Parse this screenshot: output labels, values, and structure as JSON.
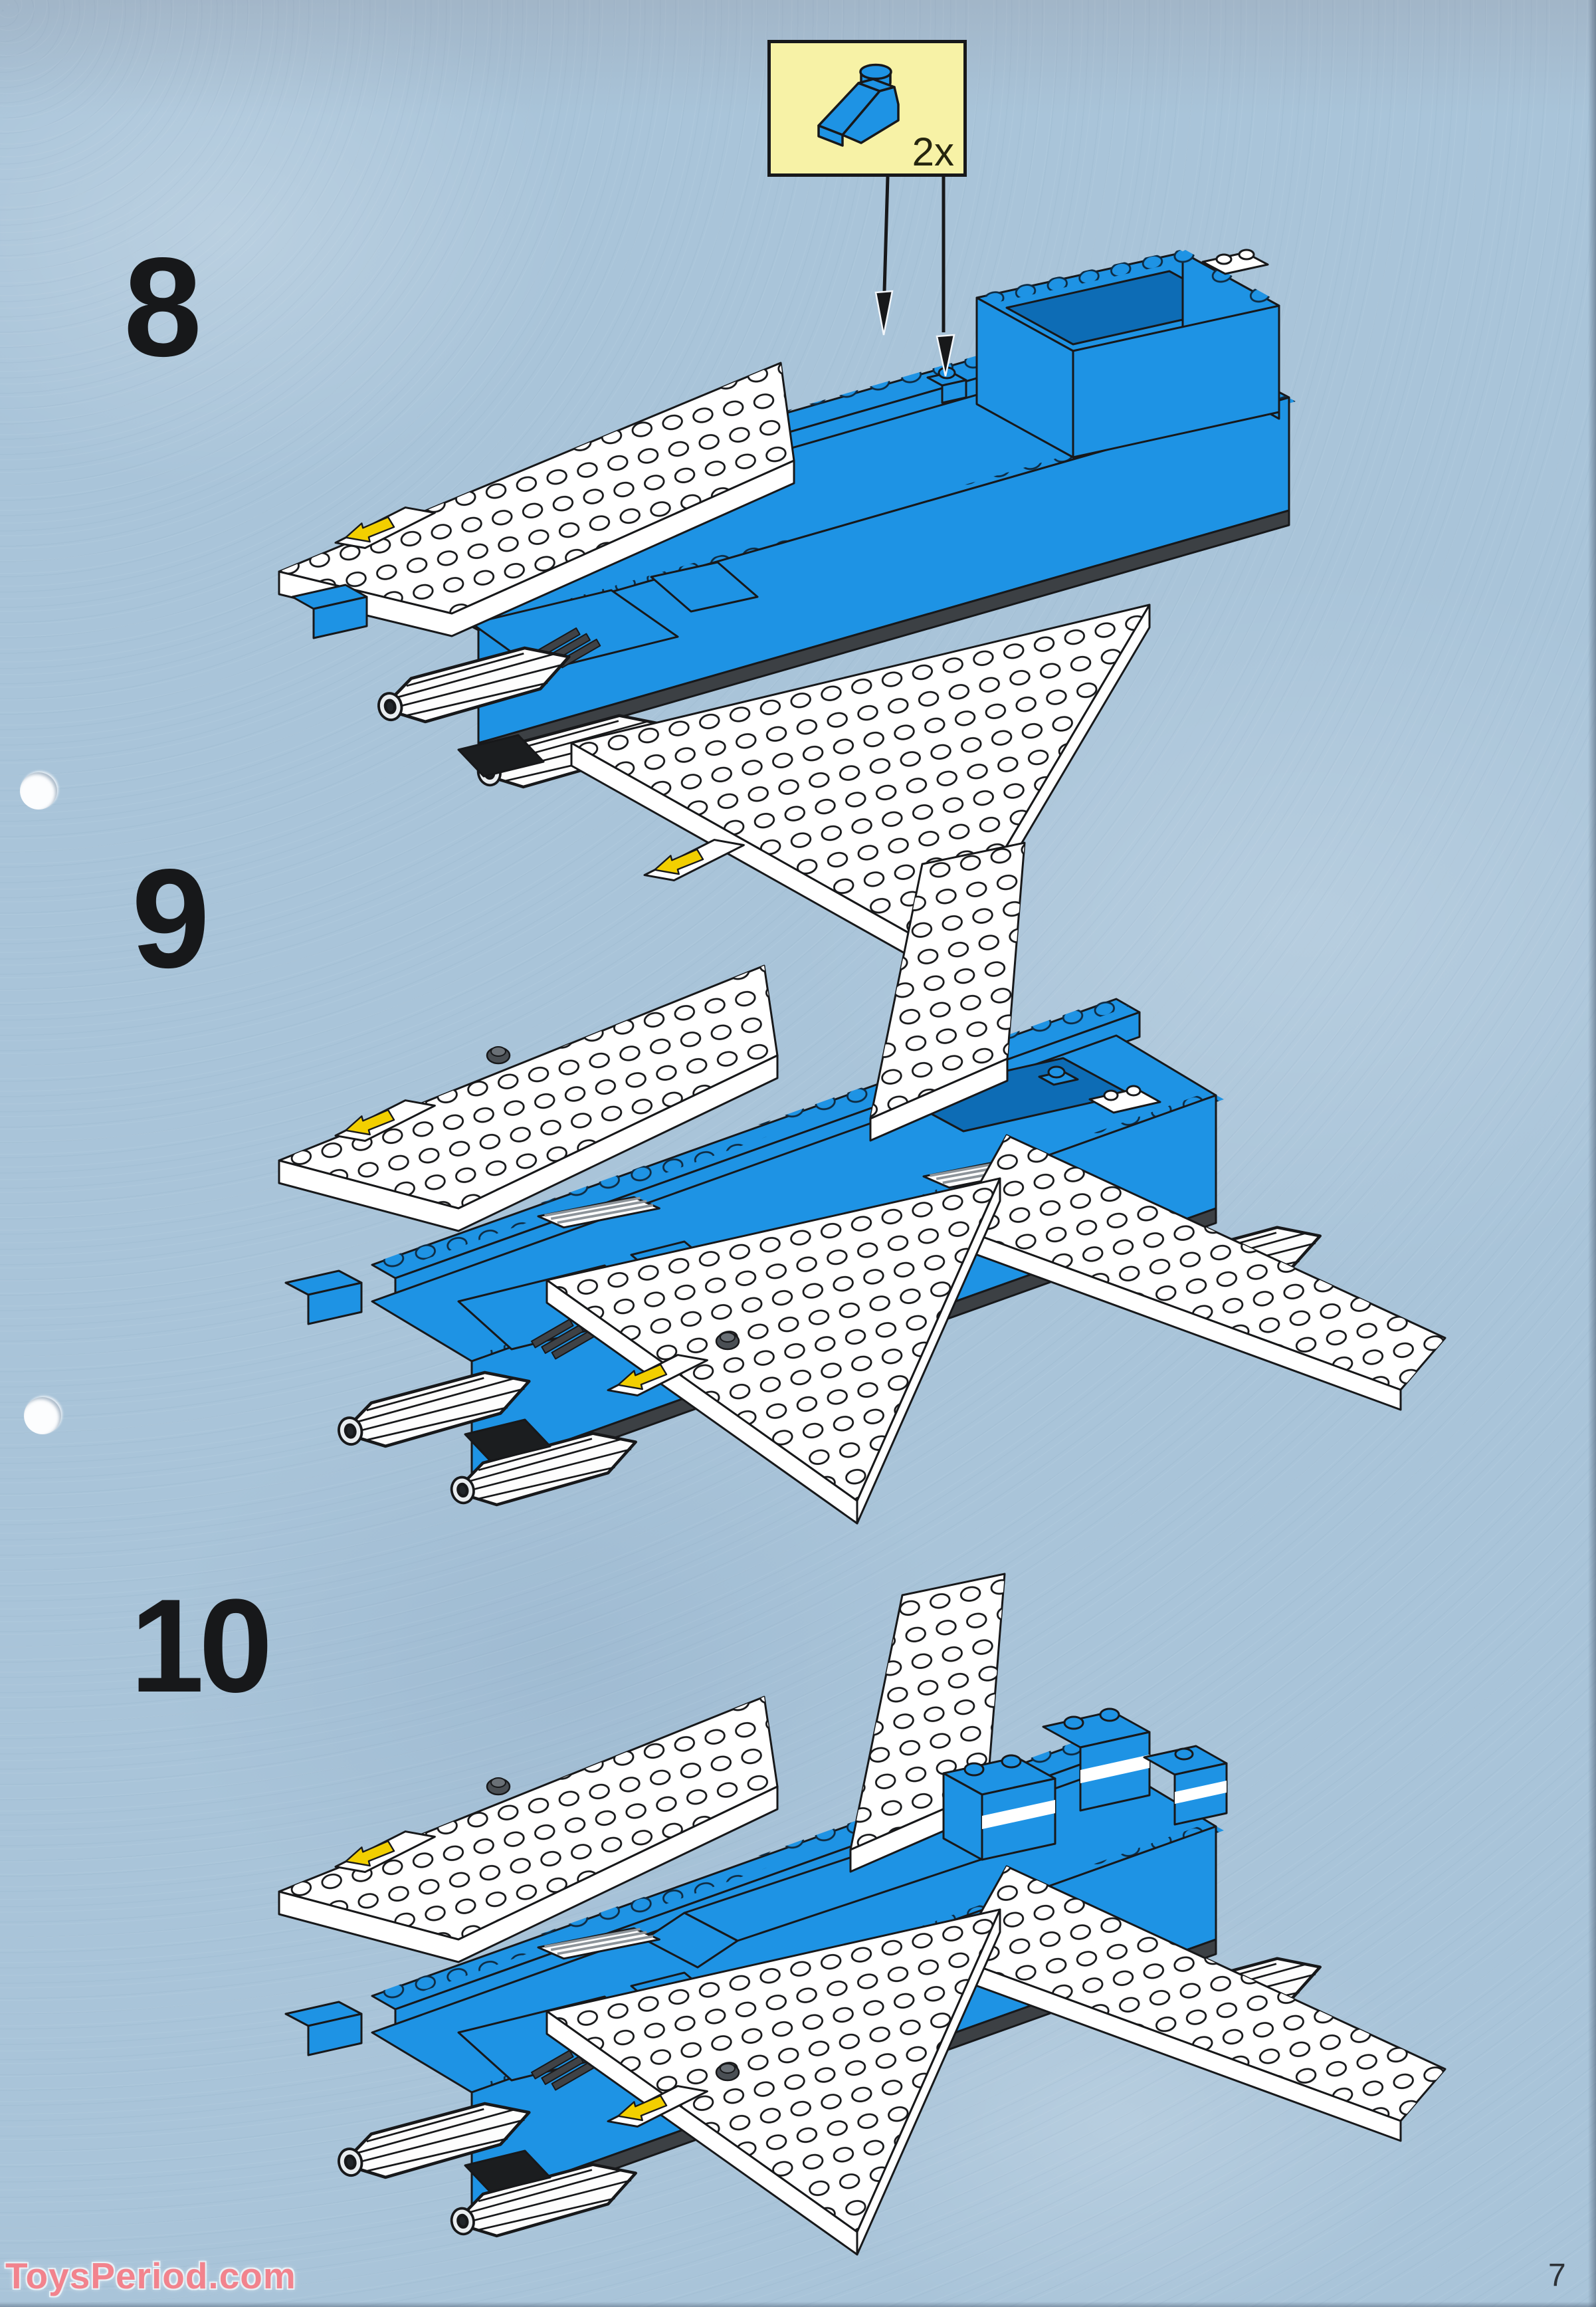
{
  "page": {
    "watermark": "ToysPeriod.com",
    "number": "7"
  },
  "callout": {
    "quantity": "2x",
    "part": "blue-slope-brick-1x2",
    "arrow_count": 2
  },
  "steps": [
    {
      "number": "8"
    },
    {
      "number": "9"
    },
    {
      "number": "10"
    }
  ],
  "colors": {
    "paper": "#a9c4d9",
    "brick_blue": "#1e93e4",
    "brick_blue_interior": "#0d6cb5",
    "plate_white": "#ffffff",
    "outline_black": "#17181a",
    "callout_background": "#f7f2a6",
    "sticker_arrow_yellow": "#f2cf00",
    "base_dark_gray": "#3c4044",
    "watermark_pink": "#f2838d",
    "step_number_black": "#17181a"
  },
  "icons": {
    "down_arrow": "black-down-arrow",
    "sticker_arrow": "yellow-left-arrow",
    "slope_brick": "blue-slope-brick",
    "hole_punch": "white-circle"
  }
}
